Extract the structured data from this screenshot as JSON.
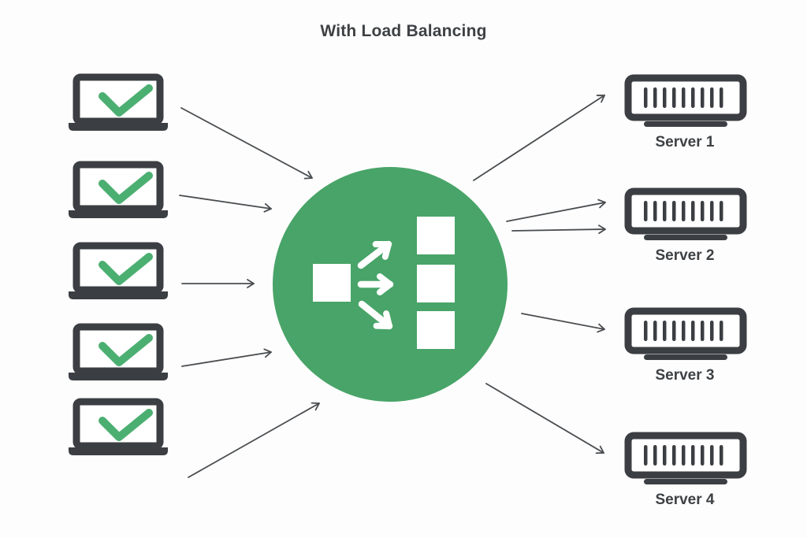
{
  "title": "With Load Balancing",
  "colors": {
    "balancer_green": "#48a468",
    "check_green": "#4caf72",
    "icon_dark": "#3b3e42",
    "arrow_gray": "#4a4d50",
    "label_text": "#3e4144",
    "background": "#fdfdfd"
  },
  "clients": {
    "count": 5,
    "icon": "laptop-check-icon"
  },
  "load_balancer": {
    "icon": "load-balancer-distribution-icon",
    "shape": "circle"
  },
  "servers": [
    {
      "label": "Server 1",
      "icon": "server-icon"
    },
    {
      "label": "Server 2",
      "icon": "server-icon"
    },
    {
      "label": "Server 3",
      "icon": "server-icon"
    },
    {
      "label": "Server 4",
      "icon": "server-icon"
    }
  ],
  "connections": {
    "clients_to_balancer": 5,
    "balancer_to_servers": 5,
    "note_server2_receives": 2
  }
}
